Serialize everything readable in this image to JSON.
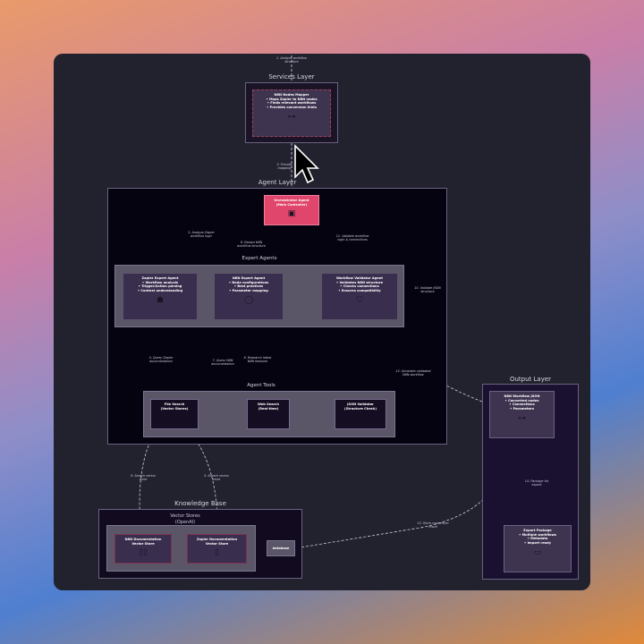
{
  "flow_labels": {
    "l1": "1. Analyze workflow\nstructure",
    "l2": "2. Provide\nmapping",
    "l3": "3. Analyze Zapier\nworkflow logic",
    "l6": "6. Design N8N\nworkflow structure",
    "l11": "11. Validate workflow\nlogic & connections",
    "l4": "4. Query Zapier\ndocumentation",
    "l7": "7. Query N8N\ndocumentation",
    "l8": "8. Research latest\nN8N features",
    "l10": "10. Validate JSON\nstructure",
    "l12": "12. Generate validated\nN8N workflow",
    "l9": "9. Search vector\nstore",
    "l5": "5. Search vector\nstore",
    "l13": "13. Store conversion\nresult",
    "l14": "14. Package for\nexport"
  },
  "services": {
    "title": "Services Layer",
    "mapper": "N8N Nodes Mapper\n• Maps Zapier to N8N nodes\n• Finds relevant workflows\n• Provides conversion hints",
    "icon": "sitemap-icon"
  },
  "agent_layer": {
    "title": "Agent Layer",
    "orchestrator": "Orchestrator Agent\n(Main Controller)",
    "orchestrator_color": "#e0456b",
    "expert_title": "Expert Agents",
    "zapier_agent": "Zapier Expert Agent\n• Workflow analysis\n• Trigger/Action parsing\n• Context understanding",
    "n8n_agent": "N8N Expert Agent\n• Node configurations\n• Best practices\n• Parameter mapping",
    "validator_agent": "Workflow Validator Agent\n• Validates N8N structure\n• Checks connections\n• Ensures compatibility",
    "tools_title": "Agent Tools",
    "file_search": "File Search\n(Vector Stores)",
    "web_search": "Web Search\n(Real-time)",
    "json_validator": "JSON Validator\n(Structure Check)"
  },
  "knowledge": {
    "title": "Knowledge Base",
    "vector_title": "Vector Stores\n(OpenAI)",
    "n8n_store": "N8N Documentation\nVector Store",
    "zapier_store": "Zapier Documentation\nVector Store",
    "database": "database"
  },
  "output": {
    "title": "Output Layer",
    "json": "N8N Workflow JSON\n• Converted nodes\n• Connections\n• Parameters",
    "package": "Export Package\n• Multiple workflows\n• Metadata\n• Import ready"
  }
}
